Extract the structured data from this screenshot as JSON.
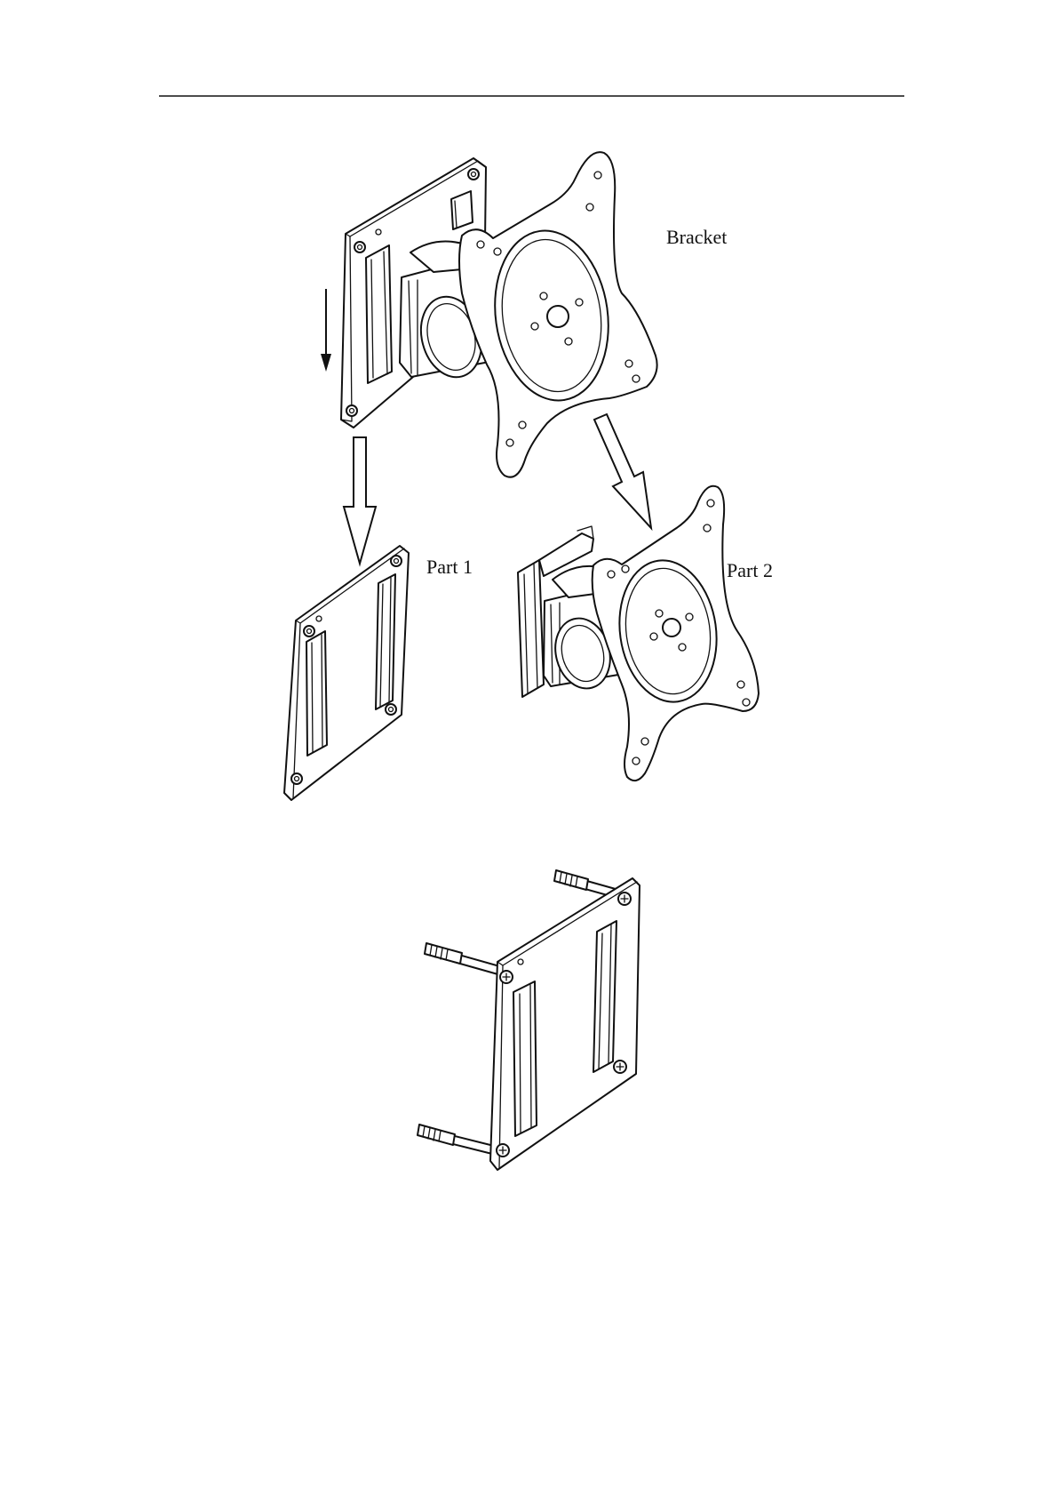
{
  "labels": {
    "bracket": "Bracket",
    "part1": "Part 1",
    "part2": "Part 2"
  },
  "figures": [
    {
      "name": "bracket-assembly-figure",
      "icon": "monitor-wall-bracket-icon"
    },
    {
      "name": "part1-wall-plate-figure",
      "icon": "wall-plate-icon"
    },
    {
      "name": "part2-swivel-arm-figure",
      "icon": "vesa-swivel-mount-icon"
    },
    {
      "name": "wall-plate-with-anchors-figure",
      "icon": "wall-anchor-screw-icon"
    }
  ],
  "colors": {
    "line": "#111111",
    "background": "#ffffff"
  }
}
